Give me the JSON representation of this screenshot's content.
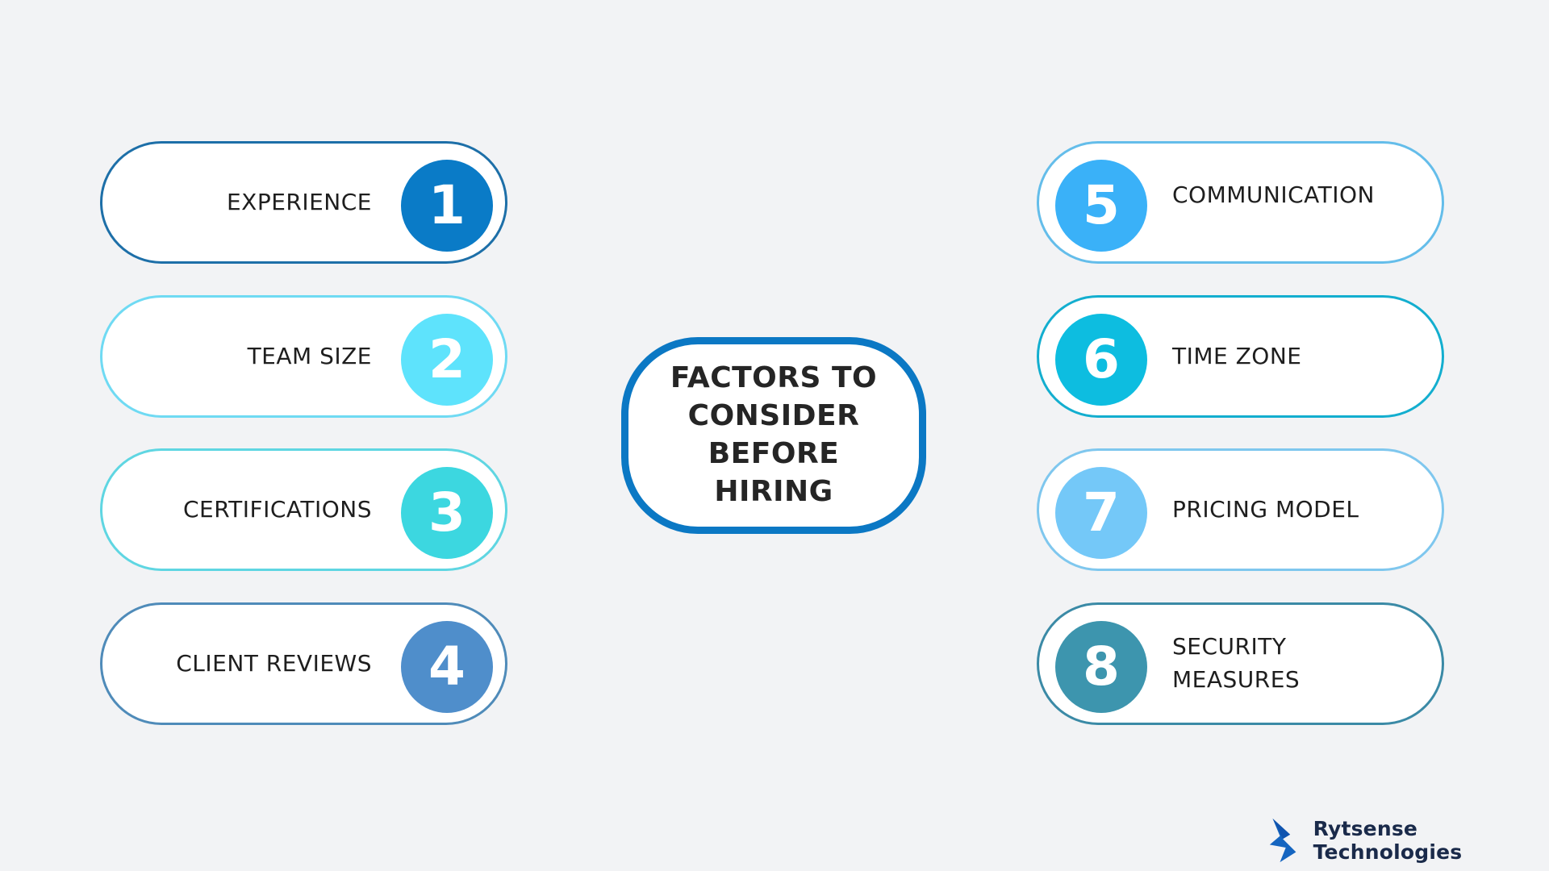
{
  "center": {
    "title": "FACTORS TO\nCONSIDER\nBEFORE\nHIRING",
    "border_color": "#0b78c4"
  },
  "factors": [
    {
      "number": "1",
      "label": "EXPERIENCE",
      "color": "#0a7bc7",
      "border": "#1d6fa8",
      "side": "left"
    },
    {
      "number": "2",
      "label": "TEAM SIZE",
      "color": "#5ee3fc",
      "border": "#6fdaf3",
      "side": "left"
    },
    {
      "number": "3",
      "label": "CERTIFICATIONS",
      "color": "#3cd7e0",
      "border": "#5fd6e2",
      "side": "left"
    },
    {
      "number": "4",
      "label": "CLIENT REVIEWS",
      "color": "#4f8ecb",
      "border": "#4f8bb9",
      "side": "left"
    },
    {
      "number": "5",
      "label": "COMMUNICATION",
      "color": "#3ab1f8",
      "border": "#64bdea",
      "side": "right"
    },
    {
      "number": "6",
      "label": "TIME ZONE",
      "color": "#0dbde0",
      "border": "#13aecf",
      "side": "right"
    },
    {
      "number": "7",
      "label": "PRICING MODEL",
      "color": "#74c8f8",
      "border": "#7fc7ee",
      "side": "right"
    },
    {
      "number": "8",
      "label": "SECURITY\nMEASURES",
      "color": "#3d95ae",
      "border": "#3b8aa6",
      "side": "right"
    }
  ],
  "brand": {
    "name": "Rytsense Technologies",
    "logo_icon": "lightning-chevron-icon",
    "logo_color": "#1565c0"
  }
}
